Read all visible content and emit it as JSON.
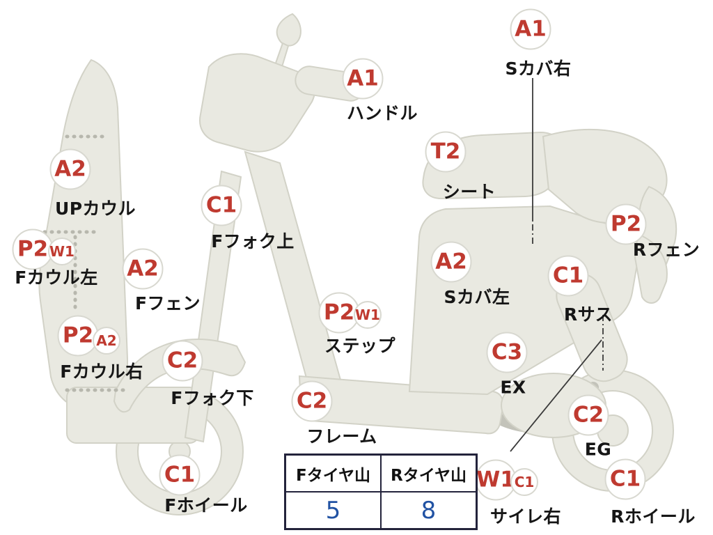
{
  "colors": {
    "code_red": "#bf3a30",
    "caption_black": "#161616",
    "value_blue": "#2152a3",
    "body_fill": "#e9e9e1",
    "body_stroke": "#d2d2c7",
    "pipe_gray": "#c3c3ba",
    "badge_border": "#d8d8d0",
    "table_border": "#23233b"
  },
  "labels": [
    {
      "code": "A1",
      "caption": "Sカバ右"
    },
    {
      "code": "A1",
      "caption": "ハンドル"
    },
    {
      "code": "T2",
      "caption": "シート"
    },
    {
      "code": "A2",
      "caption": "UPカウル"
    },
    {
      "code": "C1",
      "caption": "Fフォク上"
    },
    {
      "code": "P2",
      "sub": "W1",
      "caption": "Fカウル左"
    },
    {
      "code": "A2",
      "caption": "Fフェン"
    },
    {
      "code": "P2",
      "caption": "Rフェン"
    },
    {
      "code": "C1",
      "caption": "Rサス"
    },
    {
      "code": "A2",
      "caption": "Sカバ左"
    },
    {
      "code": "P2",
      "sub": "A2",
      "caption": "Fカウル右"
    },
    {
      "code": "P2",
      "sub": "W1",
      "caption": "ステップ"
    },
    {
      "code": "C2",
      "caption": "Fフォク下"
    },
    {
      "code": "C3",
      "caption": "EX"
    },
    {
      "code": "C2",
      "caption": "フレーム"
    },
    {
      "code": "C2",
      "caption": "EG"
    },
    {
      "code": "C1",
      "caption": "Fホイール"
    },
    {
      "code": "W1",
      "sub": "C1",
      "caption": "サイレ右"
    },
    {
      "code": "C1",
      "caption": "Rホイール"
    }
  ],
  "tire_table": {
    "headers": [
      "Fタイヤ山",
      "Rタイヤ山"
    ],
    "values": [
      "5",
      "8"
    ]
  }
}
